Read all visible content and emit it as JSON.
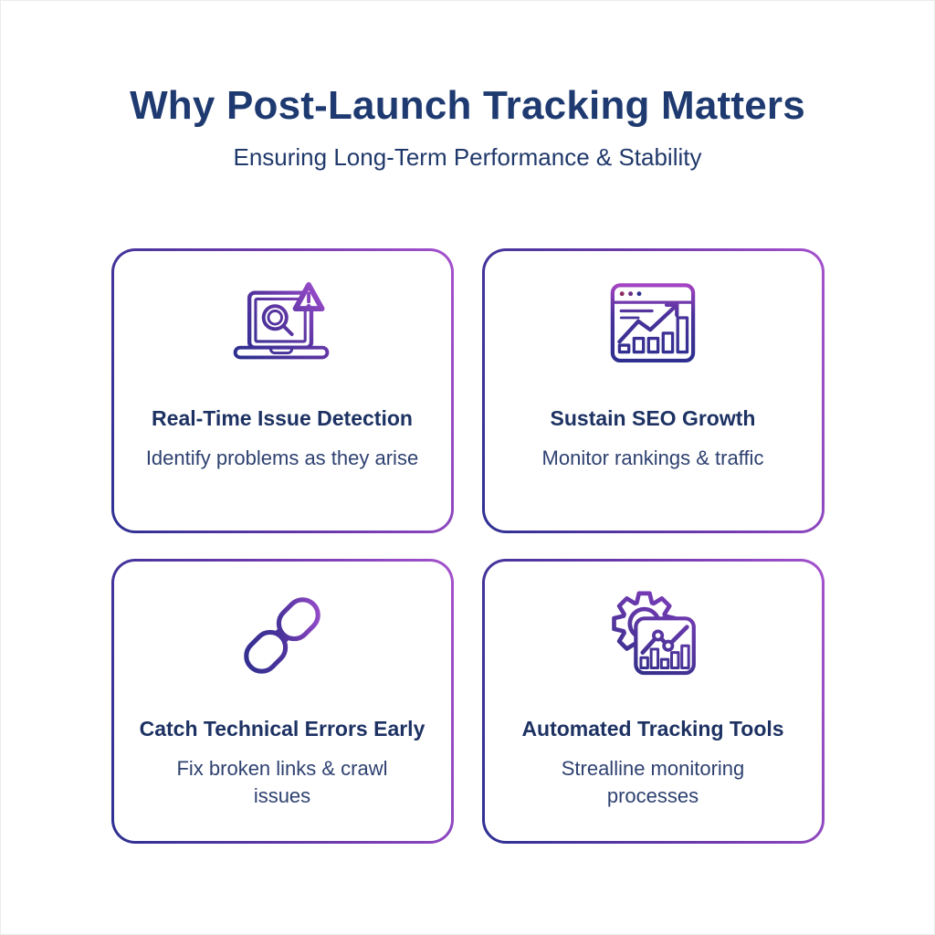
{
  "header": {
    "title": "Why Post-Launch Tracking Matters",
    "subtitle": "Ensuring Long-Term Performance & Stability"
  },
  "cards": [
    {
      "icon": "laptop-search-warning-icon",
      "title": "Real-Time Issue Detection",
      "description": "Identify problems as they arise"
    },
    {
      "icon": "browser-growth-chart-icon",
      "title": "Sustain SEO Growth",
      "description": "Monitor rankings & traffic"
    },
    {
      "icon": "chain-link-icon",
      "title": "Catch Technical Errors Early",
      "description": "Fix broken links & crawl issues"
    },
    {
      "icon": "gear-analytics-icon",
      "title": "Automated Tracking Tools",
      "description": "Strealline monitoring processes"
    }
  ],
  "colors": {
    "background": "#ffffff",
    "title_text": "#1e3a70",
    "card_title_text": "#1d3263",
    "body_text": "#2e4170",
    "gradient_navy": "#2e3192",
    "gradient_purple": "#a452cc"
  }
}
